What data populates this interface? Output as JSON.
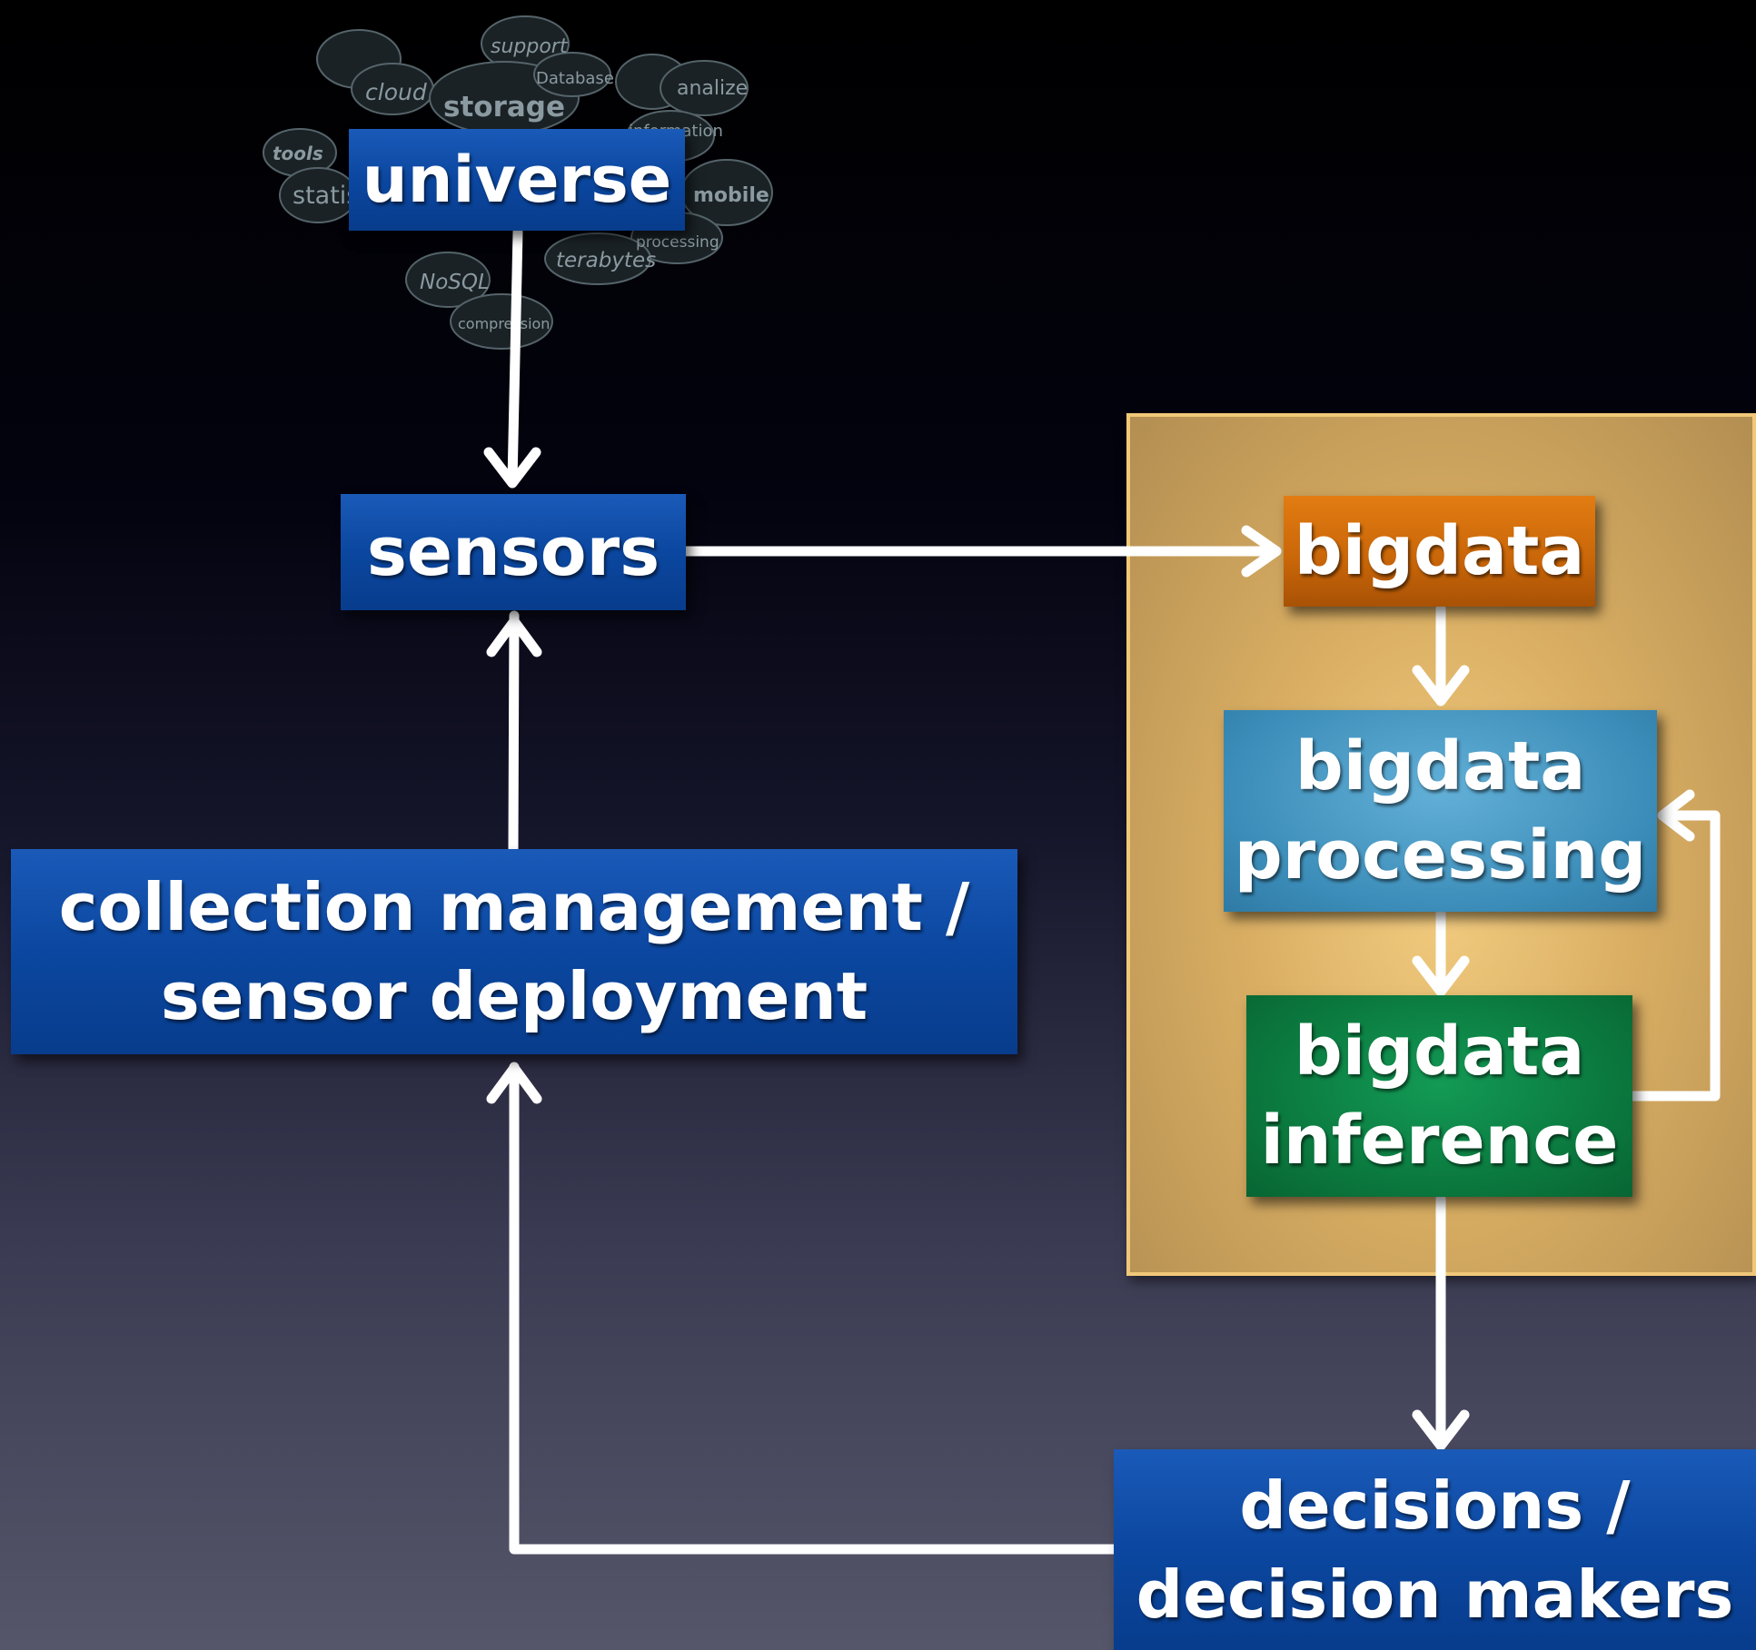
{
  "nodes": {
    "universe": "universe",
    "sensors": "sensors",
    "collection": [
      "collection management /",
      "sensor deployment"
    ],
    "bigdata": "bigdata",
    "processing": [
      "bigdata",
      "processing"
    ],
    "inference": [
      "bigdata",
      "inference"
    ],
    "decisions": [
      "decisions /",
      "decision makers"
    ]
  },
  "word_cloud": {
    "words": [
      "support",
      "Database",
      "cloud",
      "storage",
      "analize",
      "tools",
      "statis",
      "mobile",
      "processing",
      "terabytes",
      "NoSQL",
      "compression",
      "information"
    ]
  },
  "colors": {
    "box_blue": "#0b47a0",
    "bigdata_orange": "#c86508",
    "processing_blue": "#3b8cb8",
    "inference_green": "#0b7a3f",
    "panel_gold": "#d9ae63",
    "arrow": "#ffffff"
  }
}
